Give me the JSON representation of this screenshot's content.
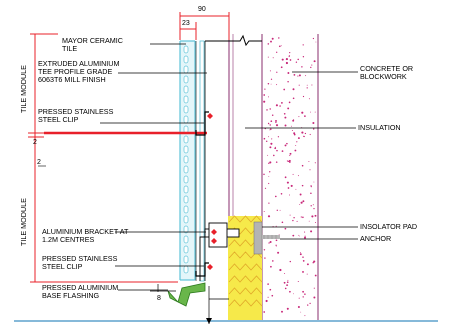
{
  "colors": {
    "line": "#000000",
    "red": "#e8202a",
    "cyan": "#5fc3d8",
    "cyan_fill": "#e4f6fa",
    "purple": "#8a2c6e",
    "speckle": "#c8287a",
    "insulation": "#f6e94a",
    "insulation_hatch": "#e0a92a",
    "pad": "#b4b4b4",
    "anchor": "#b8b8b8",
    "ground": "#3f8fc2"
  },
  "dimensions": {
    "overall": "90",
    "tile": "23",
    "gap_a": "2",
    "gap_b": "2",
    "flash": "8"
  },
  "labels": {
    "tile": "MAYOR CERAMIC TILE",
    "tee_profile": "EXTRUDED ALUMINIUM TEE PROFILE GRADE 6063T6 MILL FINISH",
    "clip_upper": "PRESSED STAINLESS STEEL CLIP",
    "bracket": "ALUMINIUM BRACKET AT 1.2M CENTRES",
    "clip_lower": "PRESSED STAINLESS STEEL CLIP",
    "base_flashing": "PRESSED ALUMINIUM BASE FLASHING",
    "concrete": "CONCRETE OR BLOCKWORK",
    "insulation": "INSULATION",
    "insolator": "INSOLATOR PAD",
    "anchor": "ANCHOR",
    "module_upper": "TILE MODULE",
    "module_lower": "TILE MODULE"
  },
  "icons": [
    "break-mark-icon",
    "arrow-icon"
  ]
}
